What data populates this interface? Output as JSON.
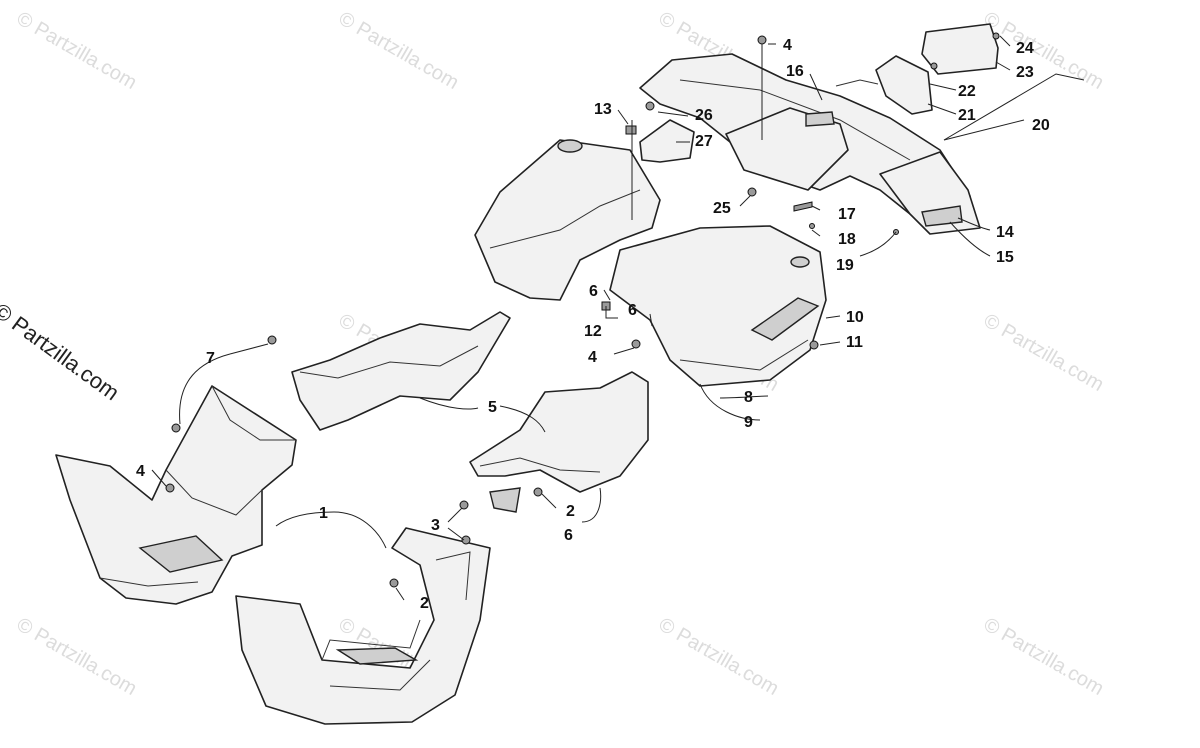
{
  "watermark": {
    "text": "© Partzilla.com",
    "side_text": "© Partzilla.com"
  },
  "callouts": [
    {
      "id": "c1",
      "label": "1"
    },
    {
      "id": "c2a",
      "label": "2"
    },
    {
      "id": "c2b",
      "label": "2"
    },
    {
      "id": "c3",
      "label": "3"
    },
    {
      "id": "c4a",
      "label": "4"
    },
    {
      "id": "c4b",
      "label": "4"
    },
    {
      "id": "c4c",
      "label": "4"
    },
    {
      "id": "c5",
      "label": "5"
    },
    {
      "id": "c6a",
      "label": "6"
    },
    {
      "id": "c6b",
      "label": "6"
    },
    {
      "id": "c6c",
      "label": "6"
    },
    {
      "id": "c7",
      "label": "7"
    },
    {
      "id": "c8",
      "label": "8"
    },
    {
      "id": "c9",
      "label": "9"
    },
    {
      "id": "c10",
      "label": "10"
    },
    {
      "id": "c11",
      "label": "11"
    },
    {
      "id": "c12",
      "label": "12"
    },
    {
      "id": "c13",
      "label": "13"
    },
    {
      "id": "c14",
      "label": "14"
    },
    {
      "id": "c15",
      "label": "15"
    },
    {
      "id": "c16",
      "label": "16"
    },
    {
      "id": "c17",
      "label": "17"
    },
    {
      "id": "c18",
      "label": "18"
    },
    {
      "id": "c19",
      "label": "19"
    },
    {
      "id": "c20",
      "label": "20"
    },
    {
      "id": "c21",
      "label": "21"
    },
    {
      "id": "c22",
      "label": "22"
    },
    {
      "id": "c23",
      "label": "23"
    },
    {
      "id": "c24",
      "label": "24"
    },
    {
      "id": "c25",
      "label": "25"
    },
    {
      "id": "c26",
      "label": "26"
    },
    {
      "id": "c27",
      "label": "27"
    }
  ]
}
